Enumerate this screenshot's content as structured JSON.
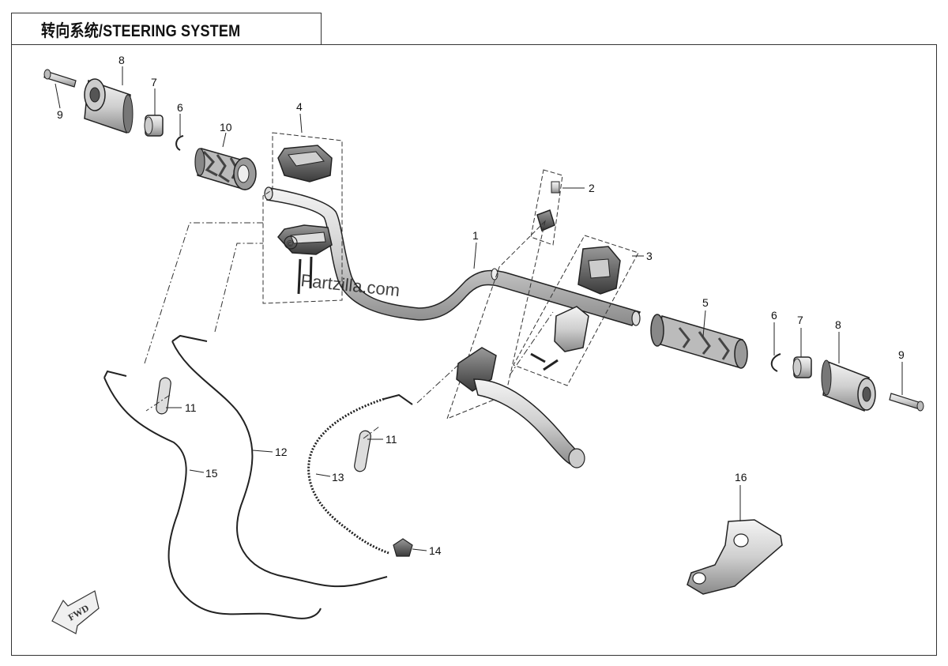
{
  "title": "转向系统/STEERING SYSTEM",
  "watermark": "Partzilla.com",
  "watermark_symbol": "©",
  "fwd_label": "FWD",
  "callouts": {
    "c1": "1",
    "c2": "2",
    "c3": "3",
    "c4": "4",
    "c5": "5",
    "c6a": "6",
    "c6b": "6",
    "c7a": "7",
    "c7b": "7",
    "c8a": "8",
    "c8b": "8",
    "c9a": "9",
    "c9b": "9",
    "c10": "10",
    "c11a": "11",
    "c11b": "11",
    "c12": "12",
    "c13": "13",
    "c14": "14",
    "c15": "15",
    "c16": "16"
  }
}
